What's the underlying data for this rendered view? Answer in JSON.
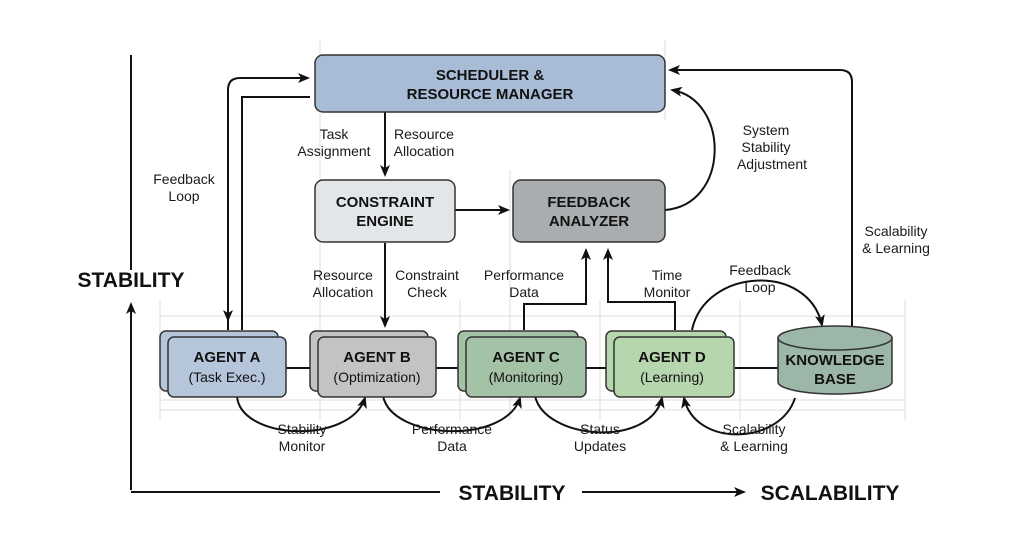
{
  "nodes": {
    "scheduler": {
      "line1": "SCHEDULER &",
      "line2": "RESOURCE MANAGER"
    },
    "constraint": {
      "line1": "CONSTRAINT",
      "line2": "ENGINE"
    },
    "feedback": {
      "line1": "FEEDBACK",
      "line2": "ANALYZER"
    },
    "agent_a": {
      "title": "AGENT A",
      "sub": "(Task Exec.)"
    },
    "agent_b": {
      "title": "AGENT B",
      "sub": "(Optimization)"
    },
    "agent_c": {
      "title": "AGENT C",
      "sub": "(Monitoring)"
    },
    "agent_d": {
      "title": "AGENT D",
      "sub": "(Learning)"
    },
    "knowledge": {
      "line1": "KNOWLEDGE",
      "line2": "BASE"
    }
  },
  "labels": {
    "task_assignment": [
      "Task",
      "Assignment"
    ],
    "resource_allocation_top": [
      "Resource",
      "Allocation"
    ],
    "system_stability": [
      "System",
      "Stability",
      "Adjustment"
    ],
    "feedback_loop_left": [
      "Feedback",
      "Loop"
    ],
    "scalability_learning_right": [
      "Scalability",
      "& Learning"
    ],
    "resource_allocation_mid": [
      "Resource",
      "Allocation"
    ],
    "constraint_check": [
      "Constraint",
      "Check"
    ],
    "performance_data_mid": [
      "Performance",
      "Data"
    ],
    "time_monitor": [
      "Time",
      "Monitor"
    ],
    "feedback_loop_kb": [
      "Feedback",
      "Loop"
    ],
    "stability_monitor": [
      "Stability",
      "Monitor"
    ],
    "performance_data_bottom": [
      "Performance",
      "Data"
    ],
    "status_updates": [
      "Status",
      "Updates"
    ],
    "scalability_learning_bottom": [
      "Scalability",
      "& Learning"
    ]
  },
  "axes": {
    "vertical": "STABILITY",
    "horizontal_left": "STABILITY",
    "horizontal_right": "SCALABILITY"
  },
  "colors": {
    "scheduler": "#a8bcd6",
    "constraint": "#e3e6e9",
    "feedback": "#a9adaf",
    "agent_a": "#b5c5da",
    "agent_b": "#c2c3c5",
    "agent_c": "#a4c2a6",
    "agent_d": "#b6d6ad",
    "knowledge": "#9cb7a8"
  }
}
